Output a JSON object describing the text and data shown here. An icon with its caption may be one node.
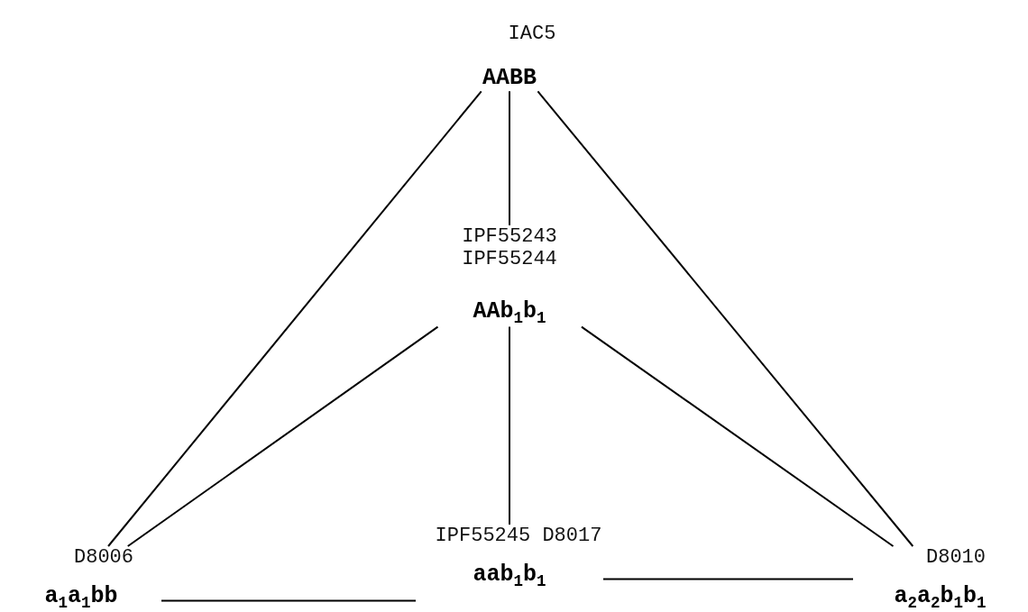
{
  "diagram": {
    "nodes": [
      {
        "text": [
          "IAC5",
          "AABB"
        ]
      },
      {
        "text": [
          "IPF55243 IPF55244",
          "AAb$_{1}$b$_{1}$"
        ]
      },
      {
        "text": [
          "D8006",
          "a$_{1}$a$_{1}$bb"
        ]
      },
      {
        "text": [
          "IPF55245 D8017",
          "aab$_{1}$b$_{1}$"
        ]
      },
      {
        "text": [
          "D8010",
          "a$_{2}$a$_{2}$b$_{1}$b$_{1}$"
        ]
      }
    ],
    "edges": [
      {
        "from": 0,
        "to": 1,
        "arrow": "none"
      },
      {
        "from": 0,
        "to": 2,
        "arrow": "none"
      },
      {
        "from": 0,
        "to": 4,
        "arrow": "none"
      },
      {
        "from": 1,
        "to": 2,
        "arrow": "none"
      },
      {
        "from": 1,
        "to": 3,
        "arrow": "none"
      },
      {
        "from": 1,
        "to": 4,
        "arrow": "none"
      },
      {
        "from": 2,
        "to": 3,
        "arrow": "none"
      },
      {
        "from": 3,
        "to": 4,
        "arrow": "none"
      }
    ]
  }
}
